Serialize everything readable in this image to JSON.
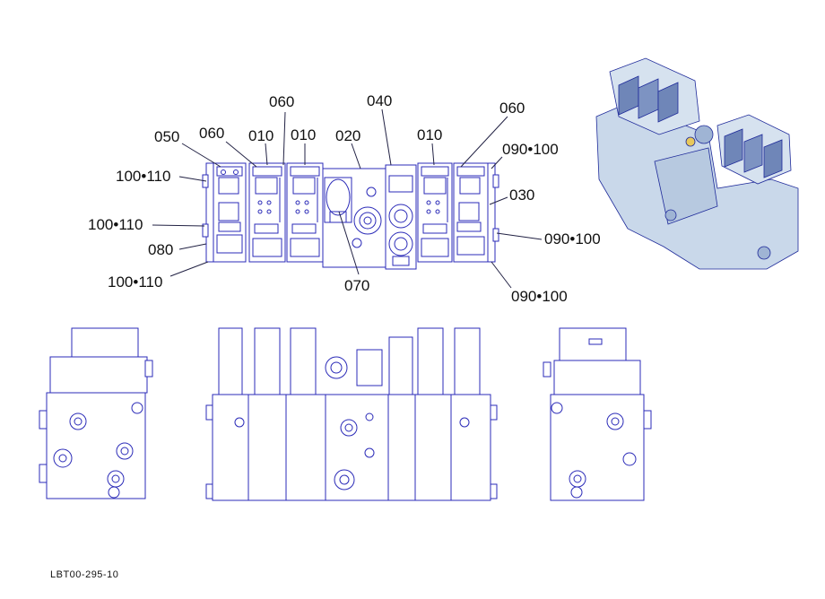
{
  "callouts": {
    "c050": "050",
    "c060_a": "060",
    "c060_b": "060",
    "c010_a": "010",
    "c010_b": "010",
    "c020": "020",
    "c040": "040",
    "c010_c": "010",
    "c060_c": "060",
    "c090_100_a": "090•100",
    "c030": "030",
    "c090_100_b": "090•100",
    "c090_100_c": "090•100",
    "c100_110_a": "100•110",
    "c100_110_b": "100•110",
    "c080": "080",
    "c100_110_c": "100•110",
    "c070": "070"
  },
  "drawing_code": "LBT00-295-10",
  "colors": {
    "line": "#2b2bb8",
    "iso_fill": "#c9d8ea",
    "iso_dark": "#6f86b8",
    "text": "#111111"
  }
}
